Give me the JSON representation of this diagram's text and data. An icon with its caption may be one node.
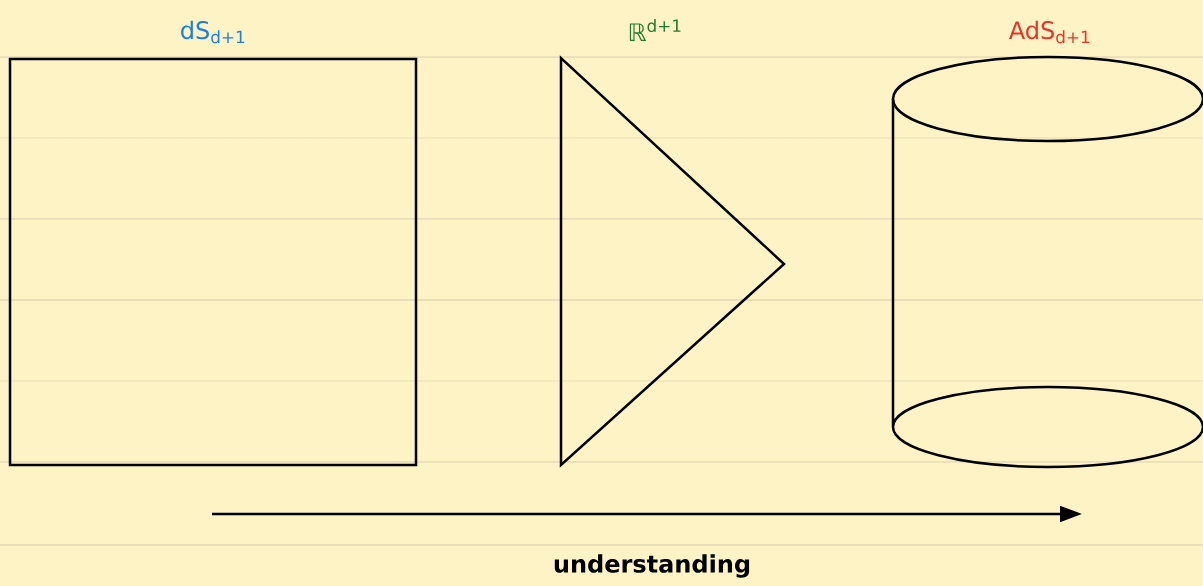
{
  "diagram": {
    "nodes": [
      {
        "text": [
          "dS$_{d+1}$"
        ]
      },
      {
        "text": [
          "ℝ$^{d+1}$"
        ]
      },
      {
        "text": [
          "AdS$_{d+1}$"
        ]
      }
    ],
    "labels": [
      "understanding"
    ]
  }
}
